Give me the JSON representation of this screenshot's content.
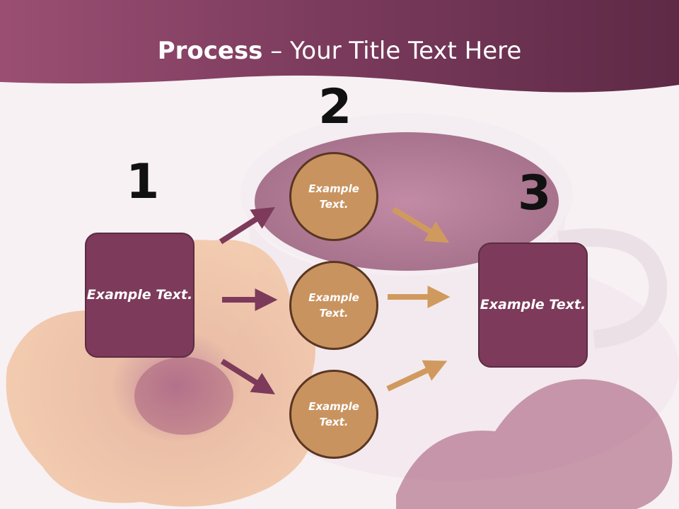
{
  "title": {
    "bold": "Process",
    "rest": " – Your Title Text Here"
  },
  "steps": [
    {
      "number": "1",
      "text": "Example Text."
    },
    {
      "number": "2"
    },
    {
      "number": "3",
      "text": "Example Text."
    }
  ],
  "circles": [
    {
      "text": "Example Text."
    },
    {
      "text": "Example Text."
    },
    {
      "text": "Example Text."
    }
  ],
  "colors": {
    "header": "#7d3a5a",
    "box_fill": "#7d3a5a",
    "circle_fill": "#c9935f",
    "arrow_left": "#7d3a5a",
    "arrow_right": "#d09a5e"
  }
}
